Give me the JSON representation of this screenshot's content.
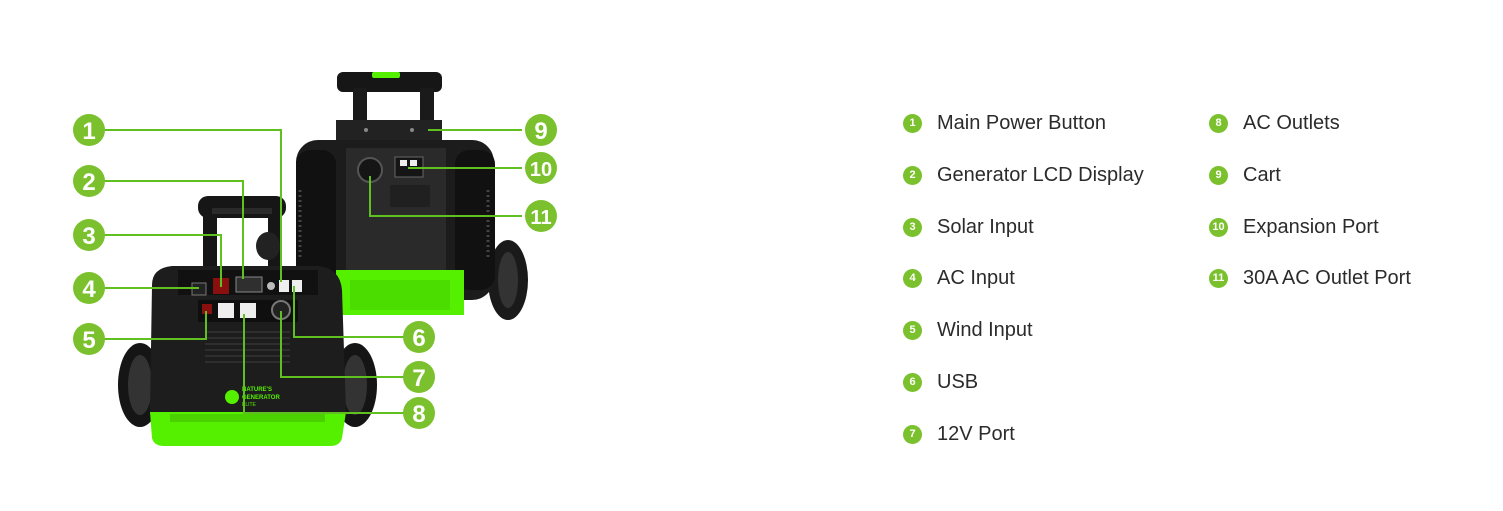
{
  "accent_color": "#7bc12e",
  "body_color": "#1d1d1d",
  "trim_color": "#55f000",
  "product_badge": {
    "line1": "NATURE'S",
    "line2": "GENERATOR",
    "line3": "ELITE"
  },
  "callouts": [
    {
      "number": "1"
    },
    {
      "number": "2"
    },
    {
      "number": "3"
    },
    {
      "number": "4"
    },
    {
      "number": "5"
    },
    {
      "number": "6"
    },
    {
      "number": "7"
    },
    {
      "number": "8"
    },
    {
      "number": "9"
    },
    {
      "number": "10"
    },
    {
      "number": "11"
    }
  ],
  "legend": {
    "items": [
      {
        "number": "1",
        "label": "Main Power Button"
      },
      {
        "number": "2",
        "label": "Generator LCD Display"
      },
      {
        "number": "3",
        "label": "Solar Input"
      },
      {
        "number": "4",
        "label": "AC Input"
      },
      {
        "number": "5",
        "label": "Wind Input"
      },
      {
        "number": "6",
        "label": "USB"
      },
      {
        "number": "7",
        "label": "12V Port"
      },
      {
        "number": "8",
        "label": "AC Outlets"
      },
      {
        "number": "9",
        "label": "Cart"
      },
      {
        "number": "10",
        "label": "Expansion Port"
      },
      {
        "number": "11",
        "label": "30A AC Outlet Port"
      }
    ]
  }
}
